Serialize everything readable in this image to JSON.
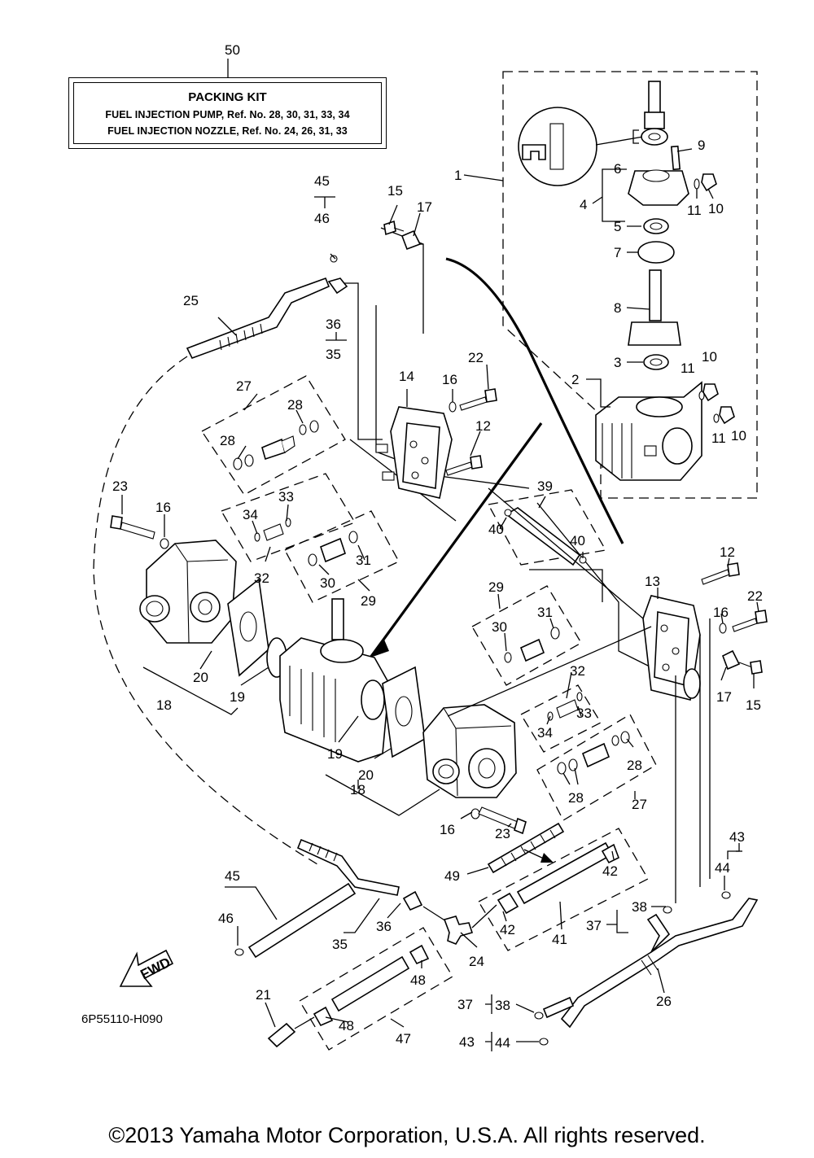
{
  "packing_kit": {
    "title": "PACKING KIT",
    "line1": "FUEL INJECTION PUMP,  Ref. No. 28, 30, 31, 33, 34",
    "line2": "FUEL INJECTION NOZZLE,  Ref. No. 24, 26, 31, 33"
  },
  "diagram_code": "6P55110-H090",
  "fwd_label": "FWD",
  "copyright": "©2013 Yamaha Motor Corporation, U.S.A. All rights reserved.",
  "callouts": [
    {
      "id": "c50",
      "text": "50"
    },
    {
      "id": "c1",
      "text": "1"
    },
    {
      "id": "c9",
      "text": "9"
    },
    {
      "id": "c6",
      "text": "6"
    },
    {
      "id": "c4",
      "text": "4"
    },
    {
      "id": "c11a",
      "text": "11"
    },
    {
      "id": "c10a",
      "text": "10"
    },
    {
      "id": "c5",
      "text": "5"
    },
    {
      "id": "c7",
      "text": "7"
    },
    {
      "id": "c8",
      "text": "8"
    },
    {
      "id": "c3",
      "text": "3"
    },
    {
      "id": "c2",
      "text": "2"
    },
    {
      "id": "c11b",
      "text": "11"
    },
    {
      "id": "c10b",
      "text": "10"
    },
    {
      "id": "c11c",
      "text": "11"
    },
    {
      "id": "c10c",
      "text": "10"
    },
    {
      "id": "c45a",
      "text": "45"
    },
    {
      "id": "c46a",
      "text": "46"
    },
    {
      "id": "c15a",
      "text": "15"
    },
    {
      "id": "c17a",
      "text": "17"
    },
    {
      "id": "c25",
      "text": "25"
    },
    {
      "id": "c36a",
      "text": "36"
    },
    {
      "id": "c35a",
      "text": "35"
    },
    {
      "id": "c14",
      "text": "14"
    },
    {
      "id": "c16a",
      "text": "16"
    },
    {
      "id": "c22a",
      "text": "22"
    },
    {
      "id": "c27a",
      "text": "27"
    },
    {
      "id": "c28a",
      "text": "28"
    },
    {
      "id": "c28b",
      "text": "28"
    },
    {
      "id": "c12a",
      "text": "12"
    },
    {
      "id": "c23a",
      "text": "23"
    },
    {
      "id": "c16b",
      "text": "16"
    },
    {
      "id": "c33a",
      "text": "33"
    },
    {
      "id": "c34a",
      "text": "34"
    },
    {
      "id": "c39",
      "text": "39"
    },
    {
      "id": "c40a",
      "text": "40"
    },
    {
      "id": "c40b",
      "text": "40"
    },
    {
      "id": "c32a",
      "text": "32"
    },
    {
      "id": "c31a",
      "text": "31"
    },
    {
      "id": "c30a",
      "text": "30"
    },
    {
      "id": "c29a",
      "text": "29"
    },
    {
      "id": "c12b",
      "text": "12"
    },
    {
      "id": "c13",
      "text": "13"
    },
    {
      "id": "c22b",
      "text": "22"
    },
    {
      "id": "c16c",
      "text": "16"
    },
    {
      "id": "c29b",
      "text": "29"
    },
    {
      "id": "c31b",
      "text": "31"
    },
    {
      "id": "c30b",
      "text": "30"
    },
    {
      "id": "c20a",
      "text": "20"
    },
    {
      "id": "c19a",
      "text": "19"
    },
    {
      "id": "c18a",
      "text": "18"
    },
    {
      "id": "c32b",
      "text": "32"
    },
    {
      "id": "c17b",
      "text": "17"
    },
    {
      "id": "c15b",
      "text": "15"
    },
    {
      "id": "c33b",
      "text": "33"
    },
    {
      "id": "c34b",
      "text": "34"
    },
    {
      "id": "c28c",
      "text": "28"
    },
    {
      "id": "c28d",
      "text": "28"
    },
    {
      "id": "c27b",
      "text": "27"
    },
    {
      "id": "c19b",
      "text": "19"
    },
    {
      "id": "c20b",
      "text": "20"
    },
    {
      "id": "c18b",
      "text": "18"
    },
    {
      "id": "c16d",
      "text": "16"
    },
    {
      "id": "c23b",
      "text": "23"
    },
    {
      "id": "c43a",
      "text": "43"
    },
    {
      "id": "c44a",
      "text": "44"
    },
    {
      "id": "c49",
      "text": "49"
    },
    {
      "id": "c42a",
      "text": "42"
    },
    {
      "id": "c45b",
      "text": "45"
    },
    {
      "id": "c46b",
      "text": "46"
    },
    {
      "id": "c36b",
      "text": "36"
    },
    {
      "id": "c35b",
      "text": "35"
    },
    {
      "id": "c42b",
      "text": "42"
    },
    {
      "id": "c38a",
      "text": "38"
    },
    {
      "id": "c37a",
      "text": "37"
    },
    {
      "id": "c41",
      "text": "41"
    },
    {
      "id": "c24",
      "text": "24"
    },
    {
      "id": "c48a",
      "text": "48"
    },
    {
      "id": "c26",
      "text": "26"
    },
    {
      "id": "c21",
      "text": "21"
    },
    {
      "id": "c48b",
      "text": "48"
    },
    {
      "id": "c37b",
      "text": "37"
    },
    {
      "id": "c38b",
      "text": "38"
    },
    {
      "id": "c47",
      "text": "47"
    },
    {
      "id": "c43b",
      "text": "43"
    },
    {
      "id": "c44b",
      "text": "44"
    }
  ]
}
